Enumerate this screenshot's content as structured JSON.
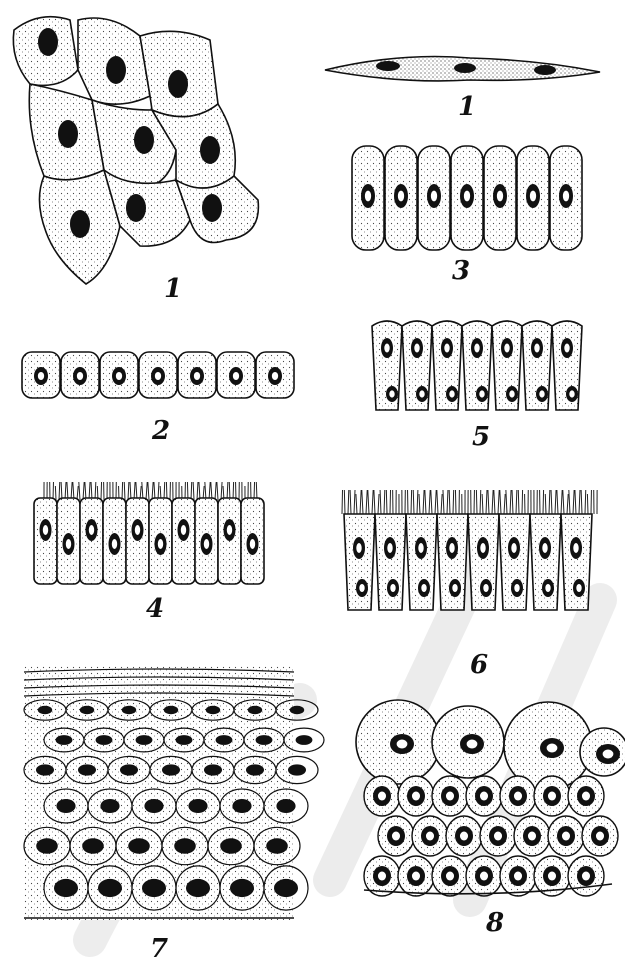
{
  "figure": {
    "panels": [
      {
        "id": "p1a",
        "label": "1"
      },
      {
        "id": "p1b",
        "label": "1"
      },
      {
        "id": "p2",
        "label": "2"
      },
      {
        "id": "p3",
        "label": "3"
      },
      {
        "id": "p4",
        "label": "4"
      },
      {
        "id": "p5",
        "label": "5"
      },
      {
        "id": "p6",
        "label": "6"
      },
      {
        "id": "p7",
        "label": "7"
      },
      {
        "id": "p8",
        "label": "8"
      }
    ]
  },
  "colors": {
    "ink": "#111111",
    "paper": "#ffffff",
    "watermark": "#d9d9d9"
  }
}
